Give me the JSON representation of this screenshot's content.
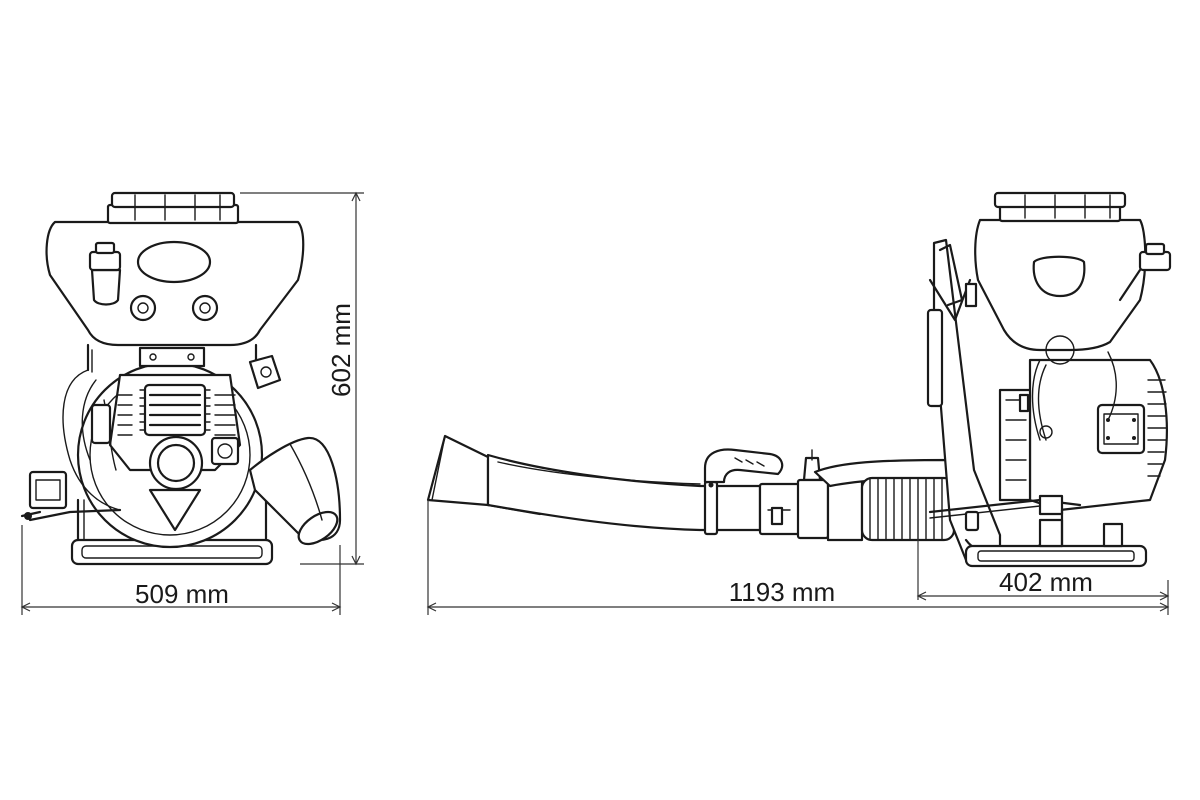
{
  "dimensions": {
    "width": "509 mm",
    "height": "602 mm",
    "total_length": "1193 mm",
    "depth": "402 mm"
  },
  "colors": {
    "line": "#1a1a1a",
    "background": "#ffffff"
  }
}
